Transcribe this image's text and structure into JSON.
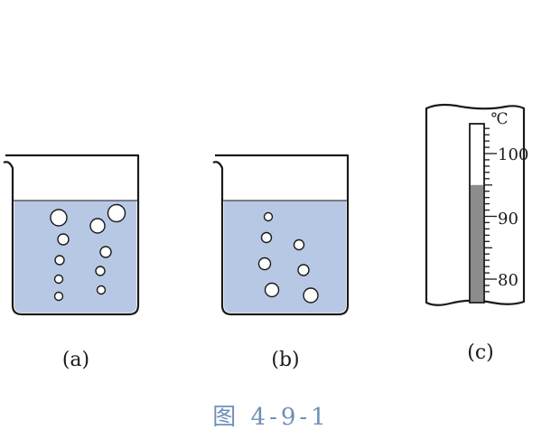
{
  "figure": {
    "caption": "图 4-9-1",
    "caption_color": "#6f8fb8"
  },
  "colors": {
    "water": "#b7c8e4",
    "outline": "#1a1a1a",
    "mercury": "#8c8c8c"
  },
  "panels": [
    {
      "label": "(a)"
    },
    {
      "label": "(b)"
    },
    {
      "label": "(c)"
    }
  ],
  "thermometer": {
    "unit": "℃",
    "ticks": [
      "100",
      "90",
      "80"
    ],
    "reading": 95
  }
}
